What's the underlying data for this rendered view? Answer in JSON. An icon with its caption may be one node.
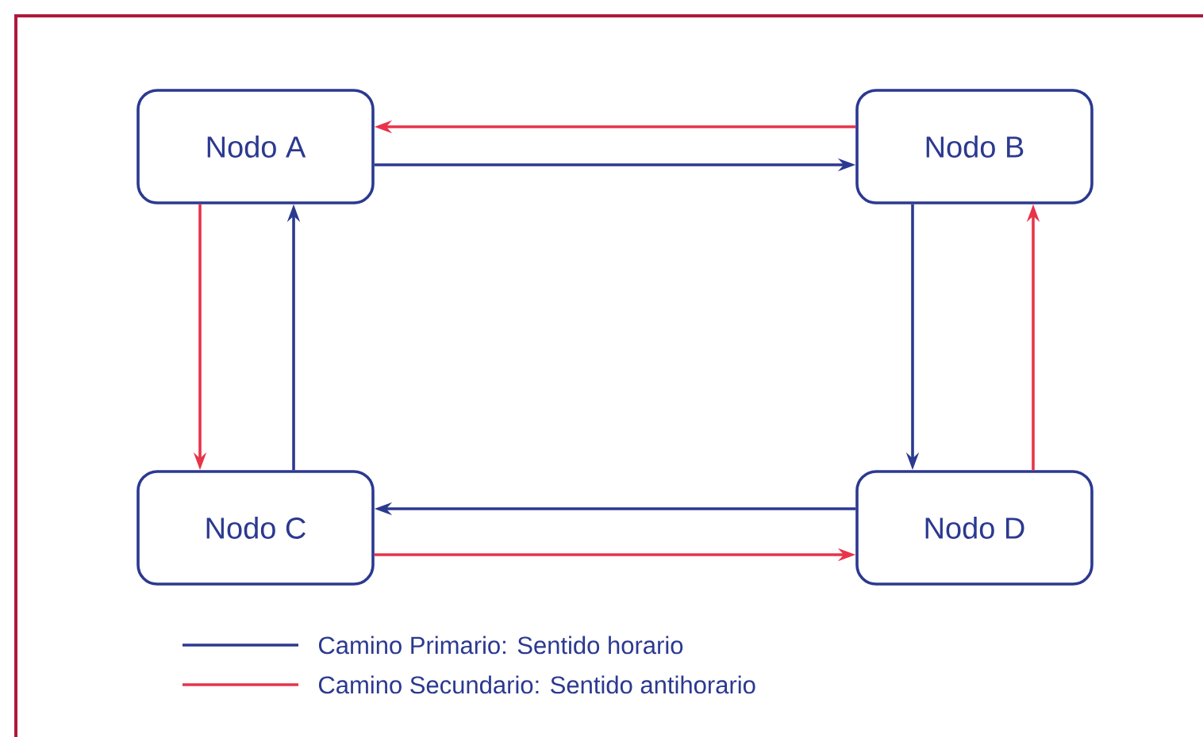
{
  "diagram": {
    "nodes": [
      {
        "text": [
          "Nodo A"
        ]
      },
      {
        "text": [
          "Nodo B"
        ]
      },
      {
        "text": [
          "Nodo C"
        ]
      },
      {
        "text": [
          "Nodo D"
        ]
      }
    ],
    "edges": [
      {
        "from": 1,
        "to": 0,
        "arrow": "to",
        "color": "#e8334a"
      },
      {
        "from": 0,
        "to": 1,
        "arrow": "to",
        "color": "#2b3990"
      },
      {
        "from": 0,
        "to": 2,
        "arrow": "to",
        "color": "#e8334a"
      },
      {
        "from": 2,
        "to": 0,
        "arrow": "to",
        "color": "#2b3990"
      },
      {
        "from": 1,
        "to": 3,
        "arrow": "to",
        "color": "#2b3990"
      },
      {
        "from": 3,
        "to": 1,
        "arrow": "to",
        "color": "#e8334a"
      },
      {
        "from": 3,
        "to": 2,
        "arrow": "to",
        "color": "#2b3990"
      },
      {
        "from": 2,
        "to": 3,
        "arrow": "to",
        "color": "#e8334a"
      }
    ],
    "legend": [
      {
        "text": "Camino Primario: Sentido horario"
      },
      {
        "text": "Camino Secundario: Sentido antihorario"
      }
    ]
  }
}
